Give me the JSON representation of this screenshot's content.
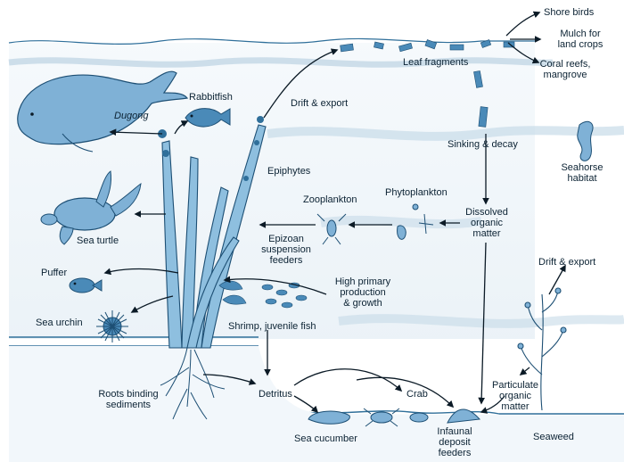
{
  "labels": {
    "shore_birds": "Shore birds",
    "mulch_for_land_crops_1": "Mulch for",
    "mulch_for_land_crops_2": "land crops",
    "coral_reefs_mangrove_1": "Coral reefs,",
    "coral_reefs_mangrove_2": "mangrove",
    "leaf_fragments": "Leaf fragments",
    "drift_export_top": "Drift & export",
    "sinking_decay": "Sinking & decay",
    "seahorse_habitat_1": "Seahorse",
    "seahorse_habitat_2": "habitat",
    "rabbitfish": "Rabbitfish",
    "dugong": "Dugong",
    "epiphytes": "Epiphytes",
    "zooplankton": "Zooplankton",
    "phytoplankton": "Phytoplankton",
    "dissolved_organic_matter_1": "Dissolved",
    "dissolved_organic_matter_2": "organic",
    "dissolved_organic_matter_3": "matter",
    "sea_turtle": "Sea turtle",
    "epizoan_suspension_feeders_1": "Epizoan",
    "epizoan_suspension_feeders_2": "suspension",
    "epizoan_suspension_feeders_3": "feeders",
    "drift_export_right": "Drift & export",
    "puffer": "Puffer",
    "high_primary_production_1": "High primary",
    "high_primary_production_2": "production",
    "high_primary_production_3": "& growth",
    "sea_urchin": "Sea urchin",
    "shrimp_juvenile_fish": "Shrimp, juvenile fish",
    "particulate_organic_matter_1": "Particulate",
    "particulate_organic_matter_2": "organic",
    "particulate_organic_matter_3": "matter",
    "roots_binding_sediments_1": "Roots binding",
    "roots_binding_sediments_2": "sediments",
    "detritus": "Detritus",
    "crab": "Crab",
    "seaweed": "Seaweed",
    "sea_cucumber": "Sea cucumber",
    "infaunal_deposit_feeders_1": "Infaunal",
    "infaunal_deposit_feeders_2": "deposit",
    "infaunal_deposit_feeders_3": "feeders"
  },
  "colors": {
    "ink": "#0b1a26",
    "organism_fill": "#7fb1d6",
    "organism_dark": "#4a8ab8",
    "outline": "#1d4f74",
    "water": "#dbe8f1"
  }
}
